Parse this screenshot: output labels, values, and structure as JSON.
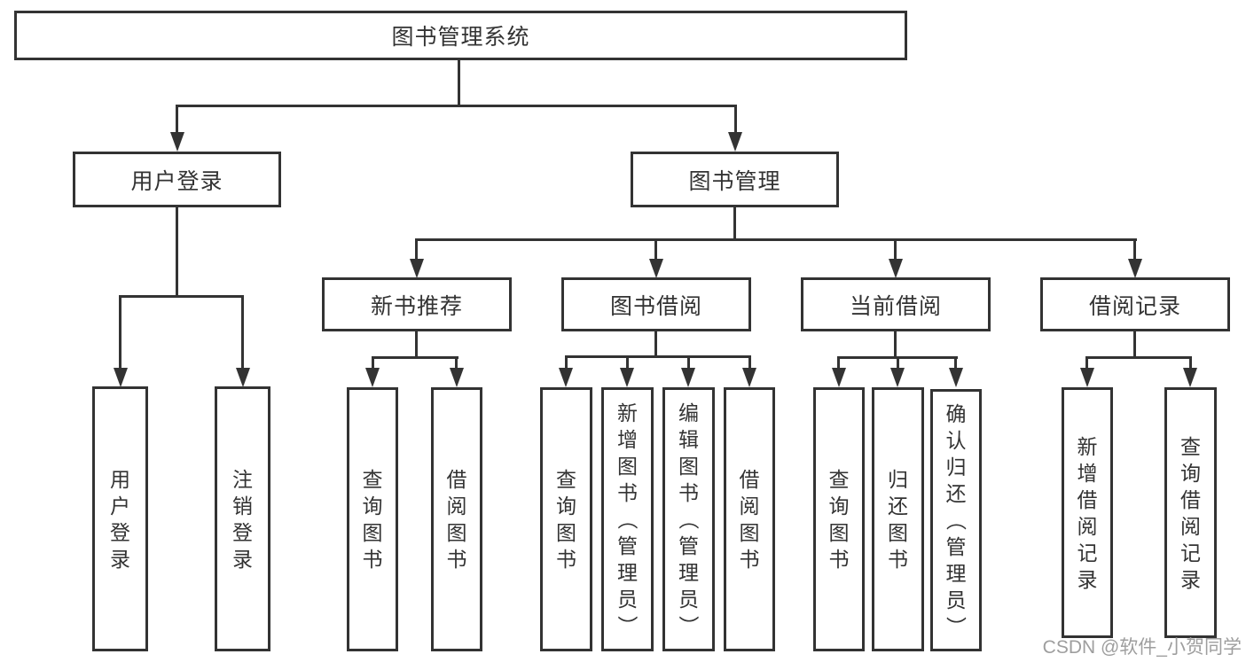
{
  "page": {
    "watermark": "CSDN @软件_小贺同学"
  },
  "colors": {
    "line": "#333333",
    "text": "#333333",
    "box_background": "#ffffff",
    "watermark": "#9e9e9e"
  },
  "tree": {
    "root": "图书管理系统",
    "branches": [
      {
        "label": "用户登录",
        "children": [
          "用户登录",
          "注销登录"
        ]
      },
      {
        "label": "图书管理",
        "children": [
          {
            "label": "新书推荐",
            "children": [
              "查询图书",
              "借阅图书"
            ]
          },
          {
            "label": "图书借阅",
            "children": [
              "查询图书",
              "新增图书（管理员）",
              "编辑图书（管理员）",
              "借阅图书"
            ]
          },
          {
            "label": "当前借阅",
            "children": [
              "查询图书",
              "归还图书",
              "确认归还（管理员）"
            ]
          },
          {
            "label": "借阅记录",
            "children": [
              "新增借阅记录",
              "查询借阅记录"
            ]
          }
        ]
      }
    ]
  }
}
